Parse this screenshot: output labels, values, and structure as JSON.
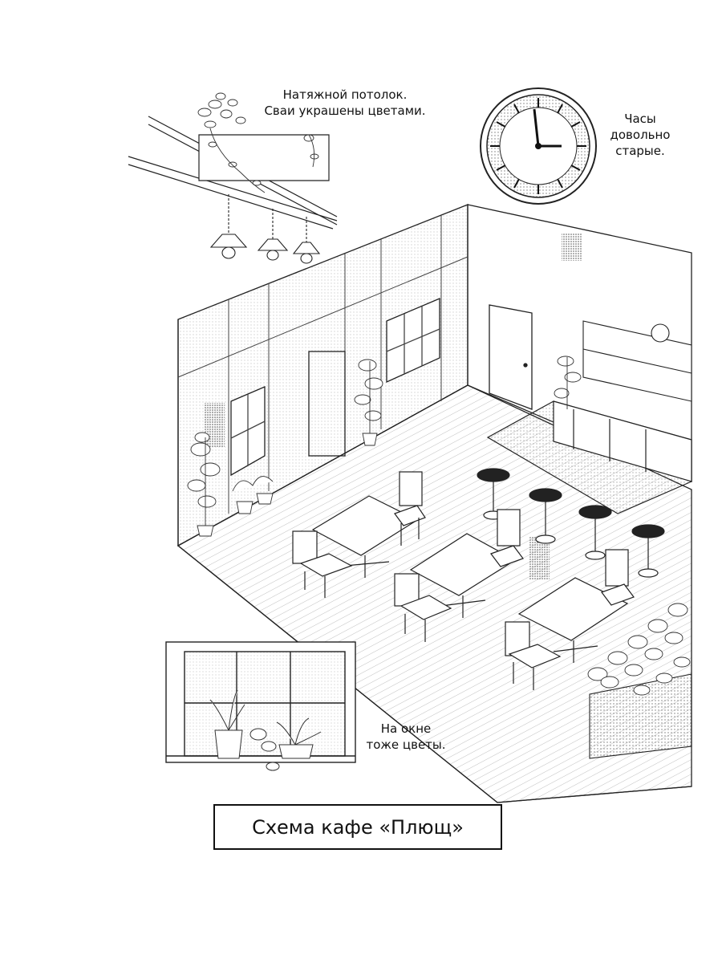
{
  "captions": {
    "ceiling": [
      "Натяжной потолок.",
      "Сваи украшены цветами."
    ],
    "clock": [
      "Часы",
      "довольно",
      "старые."
    ],
    "window": [
      "На окне",
      "тоже цветы."
    ]
  },
  "title": "Схема кафе «Плющ»",
  "icons": {
    "clock": "wall-clock-icon",
    "lamp": "pendant-lamp-icon",
    "plant": "potted-plant-icon",
    "chair": "chair-icon",
    "stool": "bar-stool-icon"
  }
}
